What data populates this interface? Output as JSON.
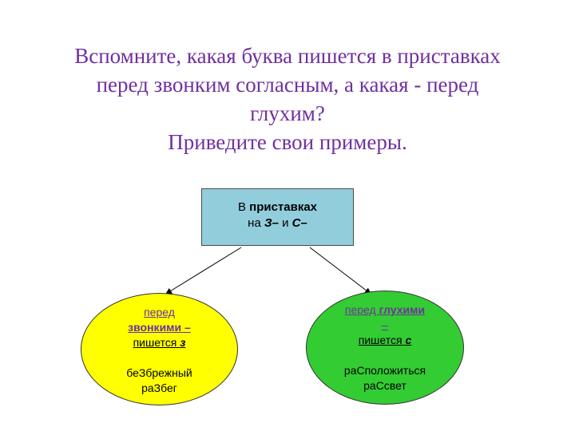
{
  "title": {
    "line1": "Вспомните, какая буква пишется в приставках",
    "line2": "перед звонким согласным, а какая  - перед",
    "line3": "глухим?",
    "line4": "Приведите свои примеры."
  },
  "top_box": {
    "part1": "В ",
    "part2": "приставках",
    "part3": "на ",
    "part4": "З–",
    "part5": " и ",
    "part6": "С–"
  },
  "left_ellipse": {
    "line1": "перед",
    "line2": "звонкими –",
    "line3a": " пишется ",
    "line3b": "з",
    "example1": "беЗбрежный",
    "example2": "раЗбег"
  },
  "right_ellipse": {
    "line1a": "перед ",
    "line1b": "глухими",
    "line2": "–",
    "line3a": "пишется ",
    "line3b": "с",
    "example1": "раСположиться",
    "example2": "раСсвет"
  },
  "colors": {
    "title": "#7030a0",
    "top_box_fill": "#92cddc",
    "left_ellipse_fill": "#ffff00",
    "right_ellipse_fill": "#33cc33"
  }
}
